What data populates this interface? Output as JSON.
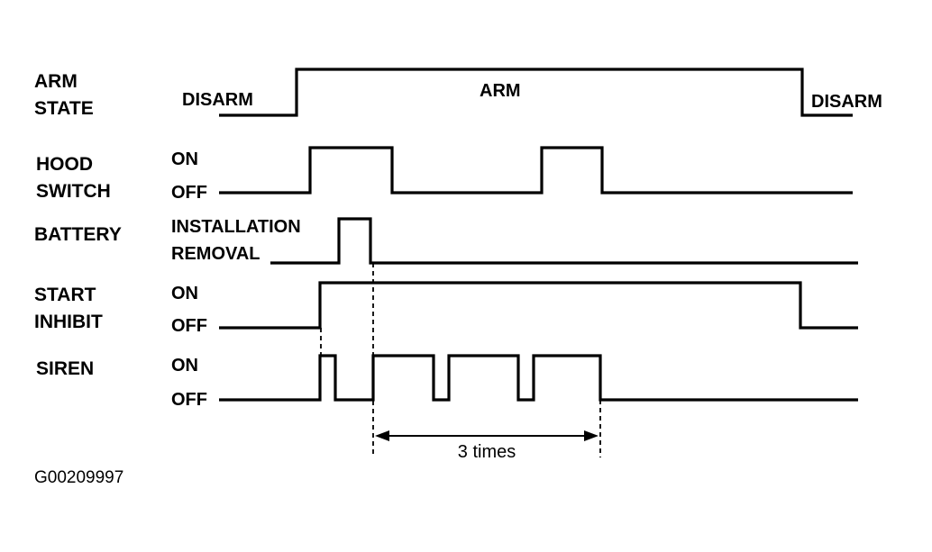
{
  "rows": {
    "arm_state": {
      "line1": "ARM",
      "line2": "STATE"
    },
    "hood_switch": {
      "line1": "HOOD",
      "line2": "SWITCH"
    },
    "battery": {
      "line1": "BATTERY"
    },
    "start_inhibit": {
      "line1": "START",
      "line2": "INHIBIT"
    },
    "siren": {
      "line1": "SIREN"
    }
  },
  "states": {
    "disarm_left": "DISARM",
    "arm": "ARM",
    "disarm_right": "DISARM"
  },
  "levels": {
    "on": "ON",
    "off": "OFF"
  },
  "battery_states": {
    "installation": "INSTALLATION",
    "removal": "REMOVAL"
  },
  "dimension": {
    "label": "3 times"
  },
  "figure_id": "G00209997"
}
